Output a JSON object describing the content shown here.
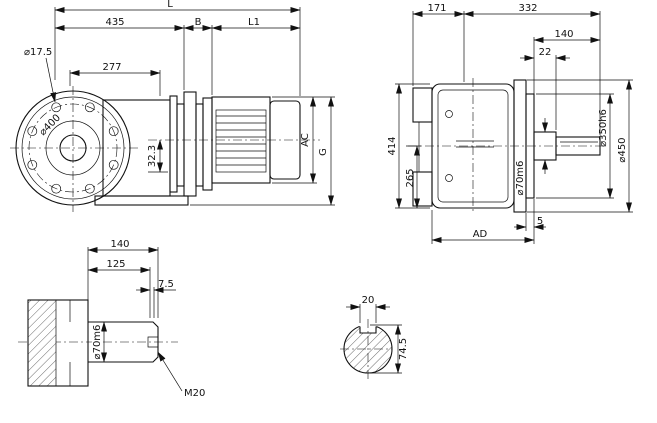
{
  "views": {
    "side": {
      "dims": {
        "L": "L",
        "len435": "435",
        "B": "B",
        "L1": "L1",
        "dia17_5": "⌀17.5",
        "len277": "277",
        "dia400": "⌀400",
        "off32_3": "32.3",
        "AC": "AC",
        "G": "G"
      }
    },
    "front": {
      "dims": {
        "len171": "171",
        "len332": "332",
        "len140": "140",
        "len22": "22",
        "h414": "414",
        "h265": "265",
        "dia350h6": "⌀350h6",
        "dia450": "⌀450",
        "dia70m6": "⌀70m6",
        "len5": "5",
        "AD": "AD"
      }
    },
    "shaft_detail": {
      "dims": {
        "len140": "140",
        "len125": "125",
        "len7_5": "7.5",
        "dia70m6": "⌀70m6",
        "thread": "M20"
      }
    },
    "section": {
      "dims": {
        "w20": "20",
        "h74_5": "74.5"
      }
    }
  }
}
